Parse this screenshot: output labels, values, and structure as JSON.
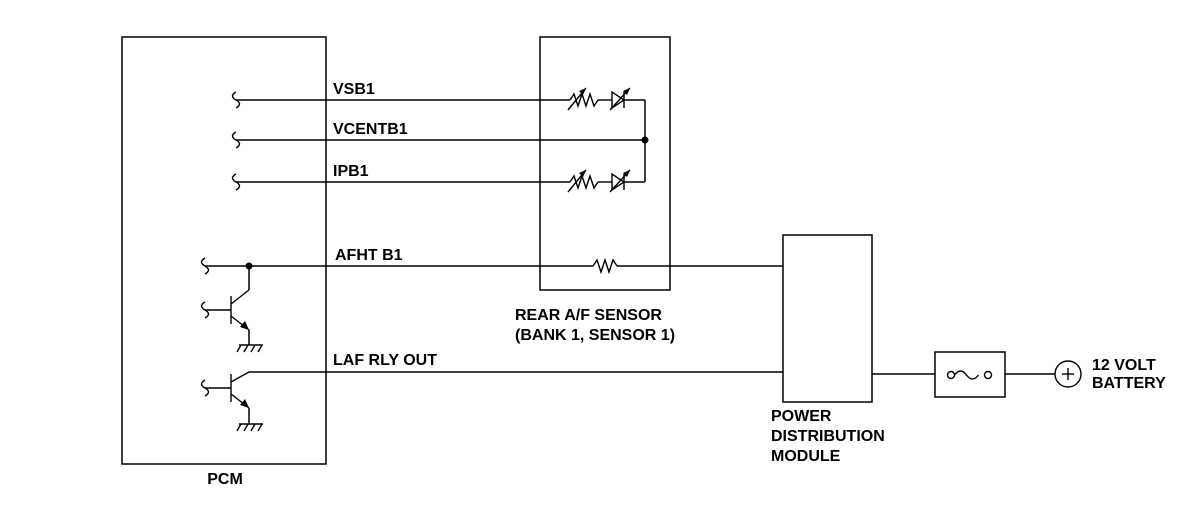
{
  "components": {
    "pcm": {
      "label": "PCM"
    },
    "sensor": {
      "label_line1": "REAR A/F SENSOR",
      "label_line2": "(BANK 1, SENSOR 1)"
    },
    "pdm": {
      "label_line1": "POWER",
      "label_line2": "DISTRIBUTION",
      "label_line3": "MODULE"
    },
    "battery": {
      "label_line1": "12 VOLT",
      "label_line2": "BATTERY"
    }
  },
  "wires": [
    {
      "label": "VSB1"
    },
    {
      "label": "VCENTB1"
    },
    {
      "label": "IPB1"
    },
    {
      "label": "AFHT B1"
    },
    {
      "label": "LAF RLY OUT"
    }
  ]
}
